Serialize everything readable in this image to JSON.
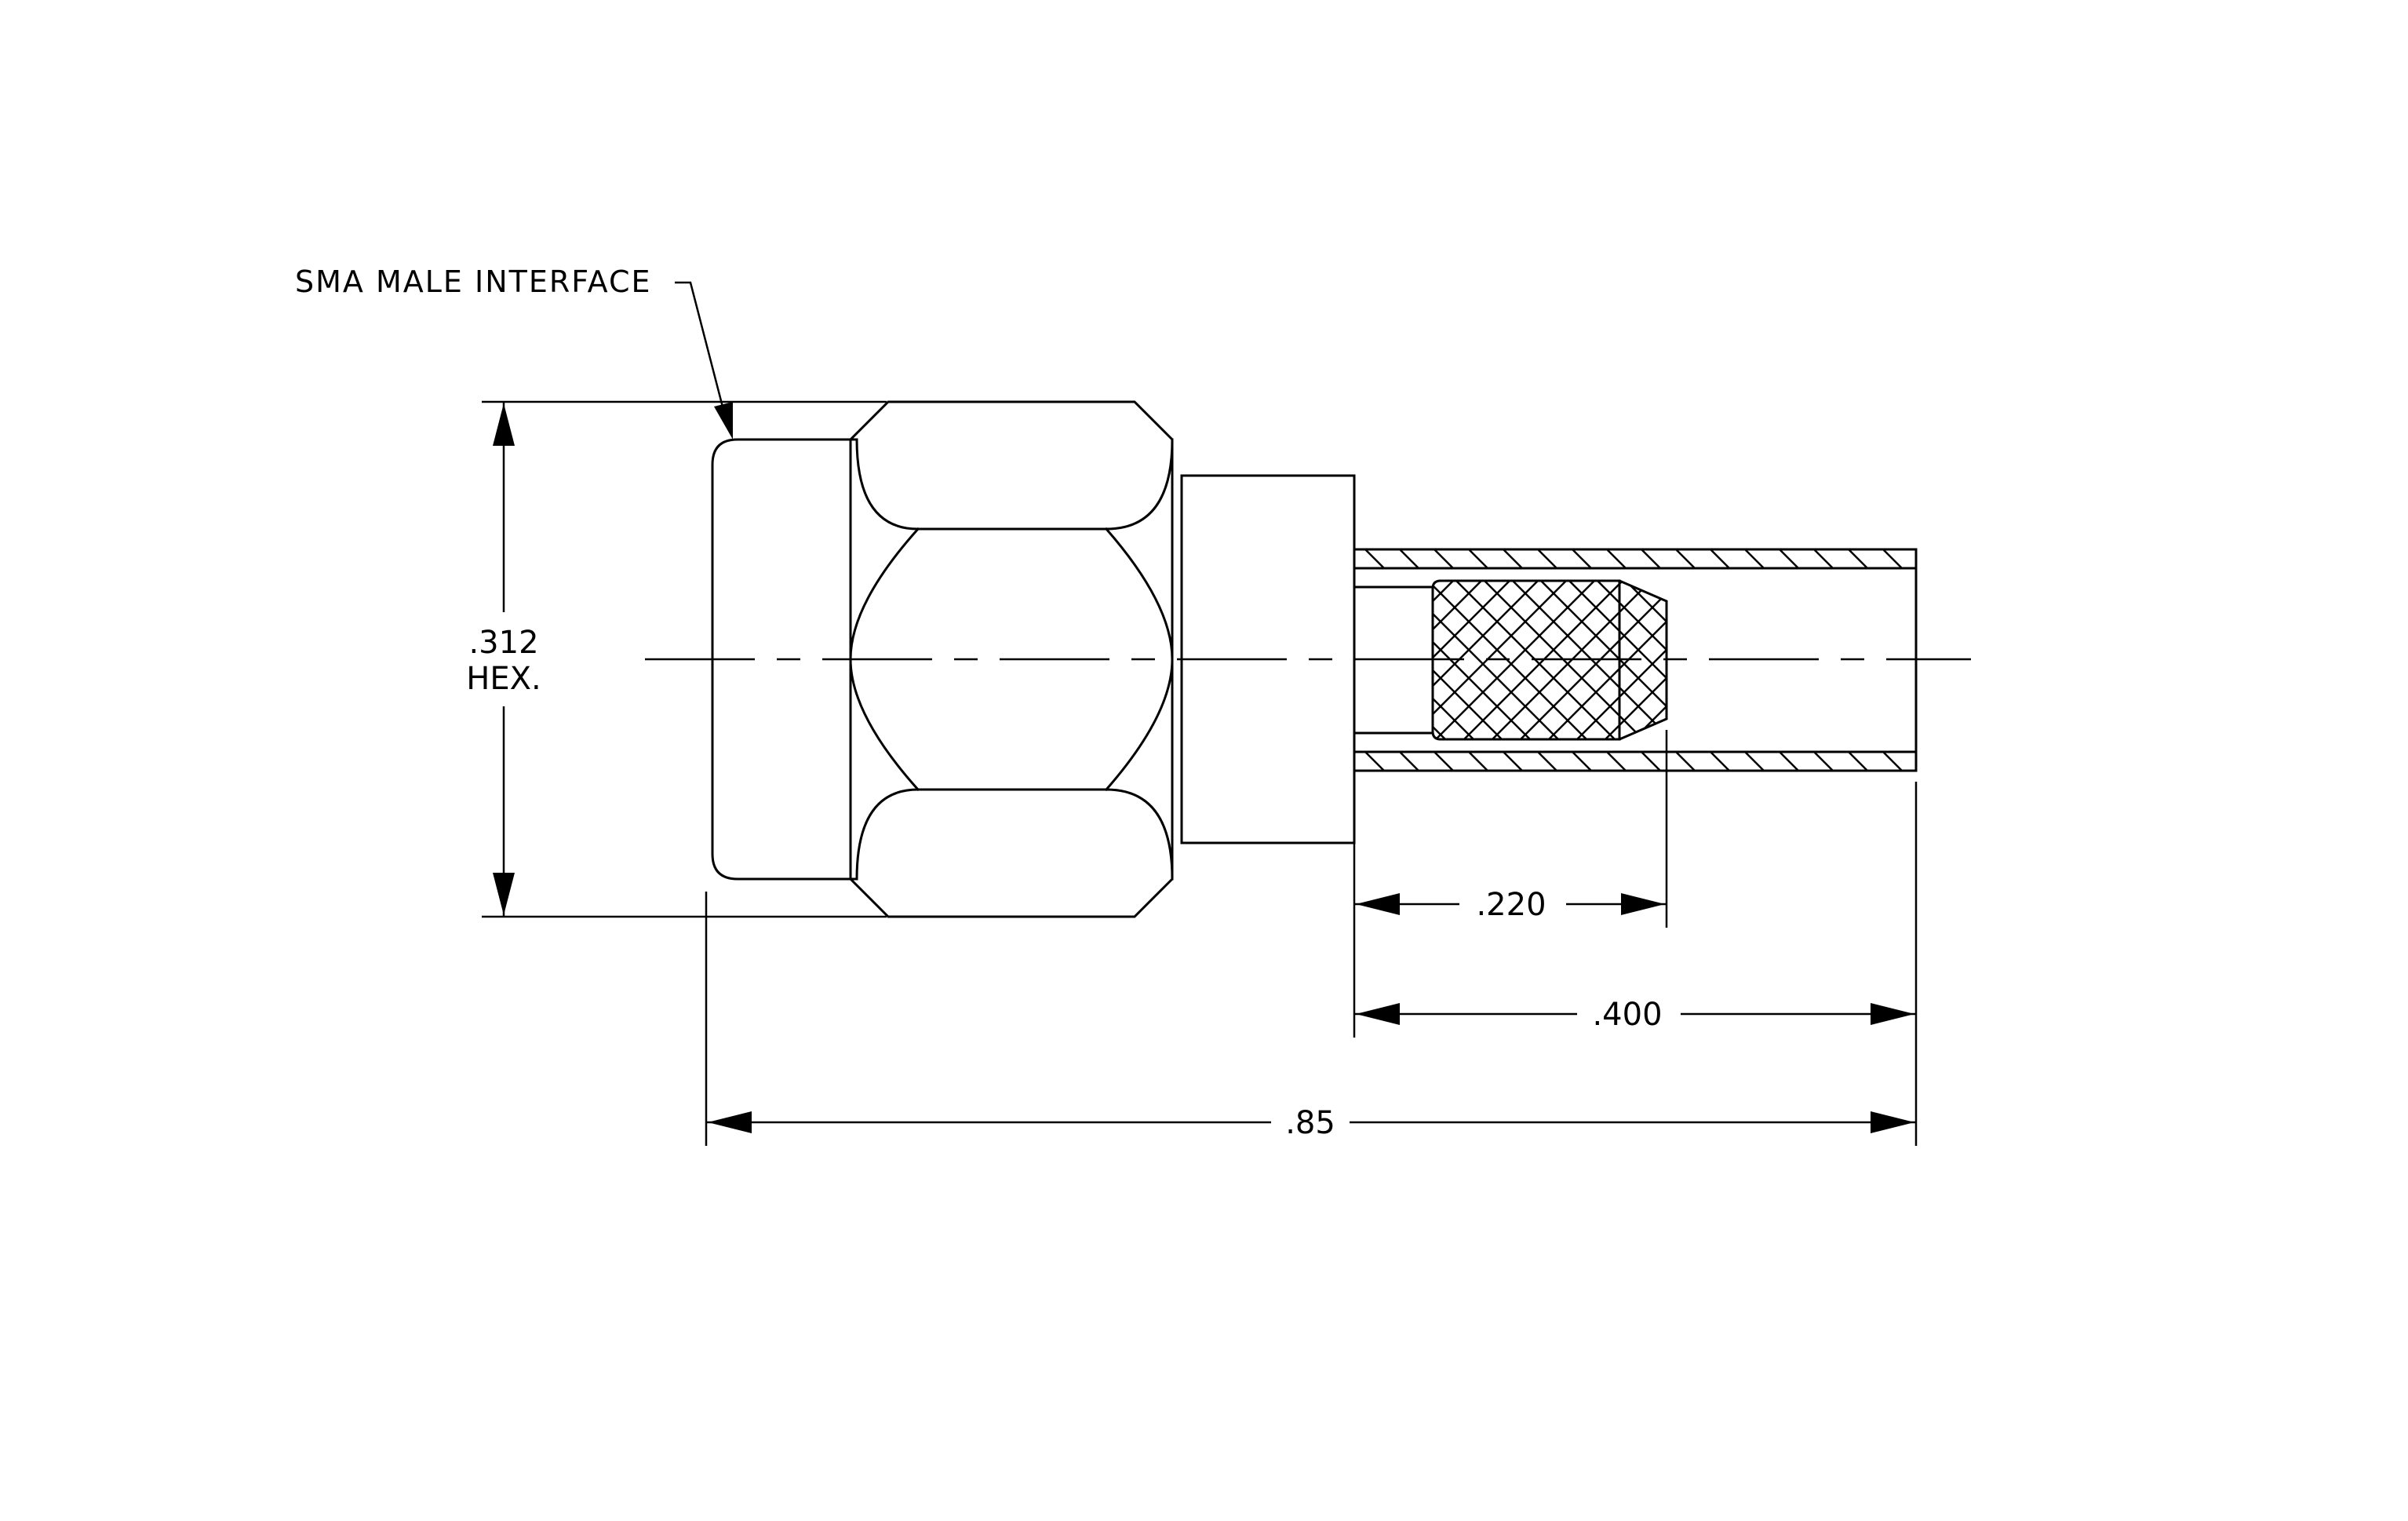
{
  "labels": {
    "interface_callout": "SMA MALE INTERFACE",
    "hex_value": ".312",
    "hex_suffix": "HEX.",
    "dim_pin": ".220",
    "dim_sleeve": ".400",
    "dim_overall": ".85"
  }
}
